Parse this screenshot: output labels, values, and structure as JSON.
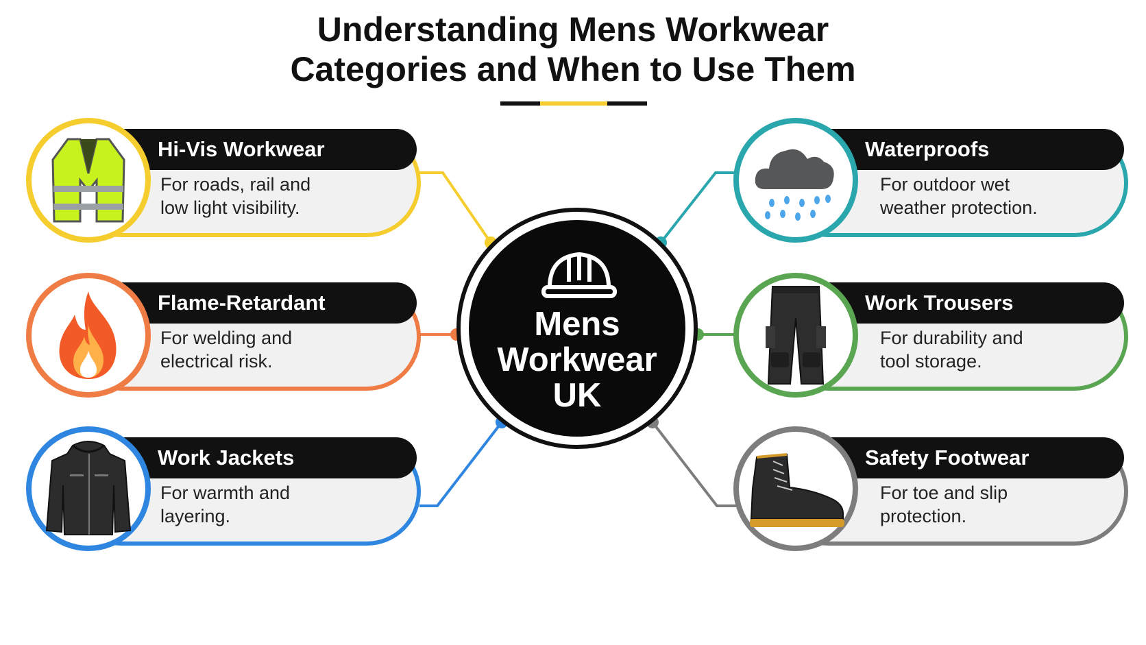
{
  "title": {
    "line1": "Understanding Mens Workwear",
    "line2": "Categories and When to Use Them"
  },
  "center": {
    "line1": "Mens",
    "line2": "Workwear",
    "line3": "UK",
    "icon": "hard-hat-icon"
  },
  "colors": {
    "yellow": "#f5cd2e",
    "orange": "#f07c45",
    "blue": "#2e86e0",
    "teal": "#2aa6ad",
    "green": "#5aa552",
    "grey": "#7d7d7d",
    "black": "#111111"
  },
  "categories": [
    {
      "title": "Hi-Vis Workwear",
      "line1": "For roads, rail and",
      "line2": "low light visibility.",
      "icon": "hi-vis-vest-icon"
    },
    {
      "title": "Flame-Retardant",
      "line1": "For welding and",
      "line2": "electrical risk.",
      "icon": "flame-icon"
    },
    {
      "title": "Work Jackets",
      "line1": "For warmth and",
      "line2": "layering.",
      "icon": "jacket-icon"
    },
    {
      "title": "Waterproofs",
      "line1": "For outdoor wet",
      "line2": "weather protection.",
      "icon": "rain-cloud-icon"
    },
    {
      "title": "Work Trousers",
      "line1": "For durability and",
      "line2": "tool storage.",
      "icon": "trousers-icon"
    },
    {
      "title": "Safety Footwear",
      "line1": "For toe and slip",
      "line2": "protection.",
      "icon": "safety-boot-icon"
    }
  ]
}
